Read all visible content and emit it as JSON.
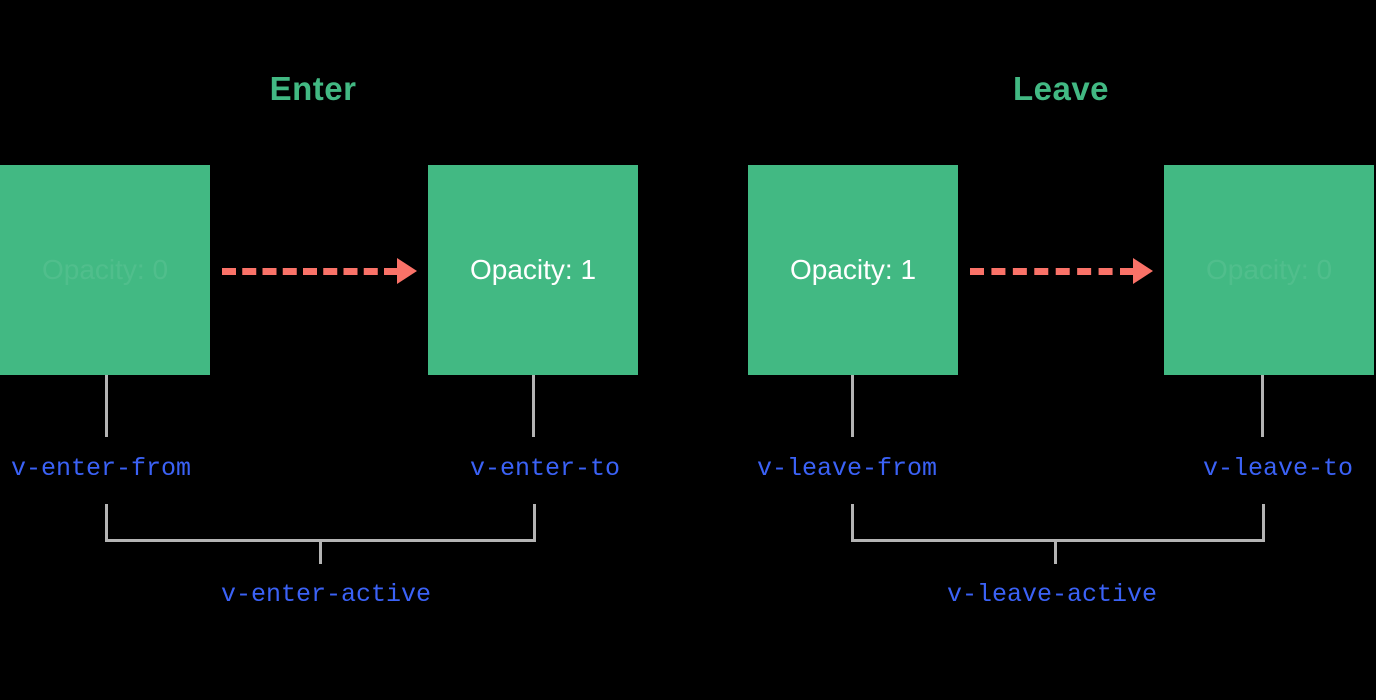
{
  "diagram": {
    "background_color": "#000000",
    "box_color": "#42b983",
    "arrow_color": "#fa7268",
    "connector_color": "#b4b4b4",
    "class_label_color": "#3b62f6",
    "title_color": "#42b983"
  },
  "sections": [
    {
      "id": "enter",
      "title": "Enter",
      "from_box": {
        "label": "Opacity: 0",
        "faded": true
      },
      "to_box": {
        "label": "Opacity: 1",
        "faded": false
      },
      "from_class": "v-enter-from",
      "to_class": "v-enter-to",
      "active_class": "v-enter-active"
    },
    {
      "id": "leave",
      "title": "Leave",
      "from_box": {
        "label": "Opacity: 1",
        "faded": false
      },
      "to_box": {
        "label": "Opacity: 0",
        "faded": true
      },
      "from_class": "v-leave-from",
      "to_class": "v-leave-to",
      "active_class": "v-leave-active"
    }
  ]
}
